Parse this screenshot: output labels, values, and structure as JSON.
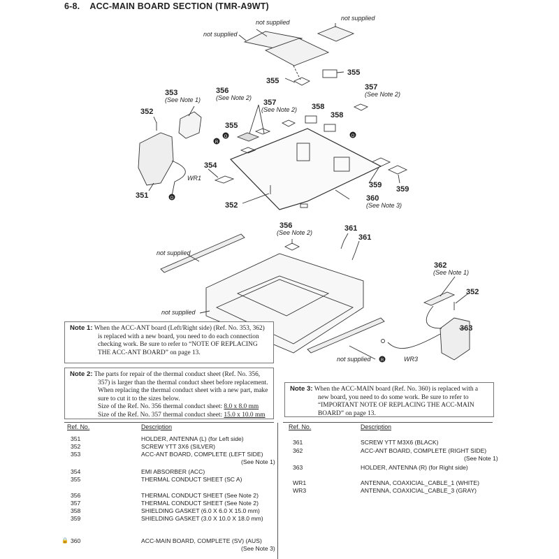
{
  "header": {
    "section": "6-8.",
    "title": "ACC-MAIN BOARD SECTION (TMR-A9WT)"
  },
  "diagram": {
    "callouts": {
      "c351": "351",
      "c352a": "352",
      "c352b": "352",
      "c352c": "352",
      "c353": "353",
      "c354": "354",
      "c355a": "355",
      "c355b": "355",
      "c355c": "355",
      "c356a": "356",
      "c356b": "356",
      "c357a": "357",
      "c357b": "357",
      "c358a": "358",
      "c358b": "358",
      "c359a": "359",
      "c359b": "359",
      "c360": "360",
      "c361a": "361",
      "c361b": "361",
      "c362": "362",
      "c363": "363"
    },
    "notes": {
      "n353": "(See Note 1)",
      "n356a": "(See Note 2)",
      "n357a": "(See Note 2)",
      "n357b": "(See Note 2)",
      "n360": "(See Note 3)",
      "n356b": "(See Note 2)",
      "n362": "(See Note 1)"
    },
    "not_supplied": {
      "ns1": "not supplied",
      "ns2": "not supplied",
      "ns3": "not supplied",
      "ns4": "not supplied",
      "ns5": "not supplied",
      "ns6": "not supplied"
    },
    "wires": {
      "wr1": "WR1",
      "wr3": "WR3"
    },
    "marks": {
      "o1": "O",
      "r1": "R",
      "o2": "O",
      "o3": "O",
      "r2": "R"
    }
  },
  "note1": {
    "head": "Note 1:",
    "text": "When the ACC-ANT board (Left/Right side) (Ref. No. 353, 362) is replaced with a new board, you need to do each connection checking work. Be sure to refer to “NOTE OF REPLACING THE ACC-ANT BOARD” on page 13."
  },
  "note2": {
    "head": "Note 2:",
    "text": "The parts for repair of the thermal conduct sheet (Ref. No. 356, 357) is larger than the thermal conduct sheet before replacement. When replacing the thermal conduct sheet with a new part, make sure to cut it to the sizes below.",
    "size1_label": "Size of the Ref. No. 356 thermal conduct sheet:",
    "size1_value": "8.0 x 8.0 mm",
    "size2_label": "Size of the Ref. No. 357 thermal conduct sheet:",
    "size2_value": "15.0 x 10.0 mm"
  },
  "note3": {
    "head": "Note 3:",
    "text": "When the ACC-MAIN board (Ref. No. 360) is replaced with a new board, you need to do some work. Be sure to refer to “IMPORTANT NOTE OF REPLACING THE ACC-MAIN BOARD” on page 13."
  },
  "parts_left": {
    "col_ref": "Ref. No.",
    "col_desc": "Description",
    "rows": [
      {
        "ref": "351",
        "desc": "HOLDER, ANTENNA (L) (for Left side)",
        "sub": ""
      },
      {
        "ref": "352",
        "desc": "SCREW YTT 3X6 (SILVER)",
        "sub": ""
      },
      {
        "ref": "353",
        "desc": "ACC-ANT BOARD, COMPLETE (LEFT SIDE)",
        "sub": "(See Note 1)"
      },
      {
        "ref": "354",
        "desc": "EMI ABSORBER (ACC)",
        "sub": ""
      },
      {
        "ref": "355",
        "desc": "THERMAL CONDUCT SHEET (SC A)",
        "sub": ""
      },
      {
        "ref": "356",
        "desc": "THERMAL CONDUCT SHEET (See Note 2)",
        "sub": ""
      },
      {
        "ref": "357",
        "desc": "THERMAL CONDUCT SHEET (See Note 2)",
        "sub": ""
      },
      {
        "ref": "358",
        "desc": "SHIELDING GASKET (6.0 X 6.0 X 15.0 mm)",
        "sub": ""
      },
      {
        "ref": "359",
        "desc": "SHIELDING GASKET (3.0 X 10.0 X 18.0 mm)",
        "sub": ""
      },
      {
        "ref": "360",
        "desc": "ACC-MAIN BOARD, COMPLETE (SV) (AUS)",
        "sub": "(See Note 3)"
      }
    ]
  },
  "parts_right": {
    "col_ref": "Ref. No.",
    "col_desc": "Description",
    "rows": [
      {
        "ref": "361",
        "desc": "SCREW YTT M3X6 (BLACK)",
        "sub": ""
      },
      {
        "ref": "362",
        "desc": "ACC-ANT BOARD, COMPLETE (RIGHT SIDE)",
        "sub": "(See Note 1)"
      },
      {
        "ref": "363",
        "desc": "HOLDER, ANTENNA (R) (for Right side)",
        "sub": ""
      },
      {
        "ref": "WR1",
        "desc": "ANTENNA, COAXICIAL_CABLE_1 (WHITE)",
        "sub": ""
      },
      {
        "ref": "WR3",
        "desc": "ANTENNA, COAXICIAL_CABLE_3 (GRAY)",
        "sub": ""
      }
    ]
  }
}
